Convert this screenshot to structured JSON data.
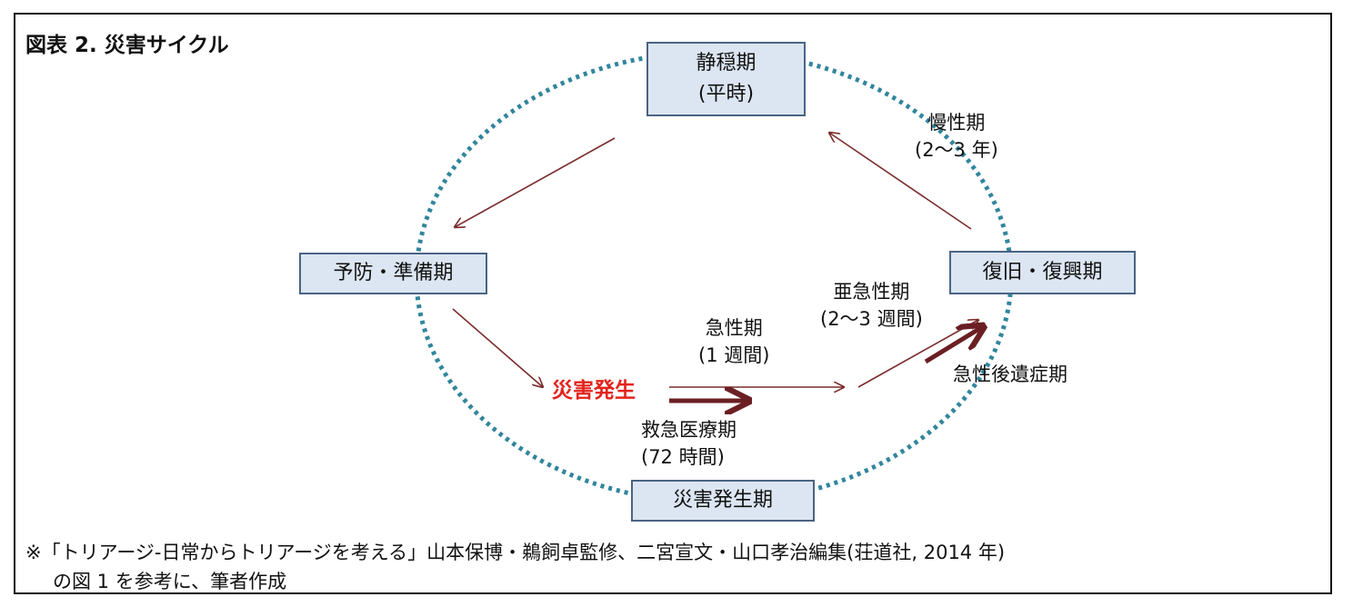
{
  "title": "図表 2.  災害サイクル",
  "boxes": {
    "calm_line1": "静穏期",
    "calm_line2": "(平時)",
    "prevention": "予防・準備期",
    "recovery": "復旧・復興期",
    "disaster_period": "災害発生期"
  },
  "labels": {
    "chronic_line1": "慢性期",
    "chronic_line2": "(2～3 年)",
    "subacute_line1": "亜急性期",
    "subacute_line2": "(2～3 週間)",
    "acute_line1": "急性期",
    "acute_line2": "(1 週間)",
    "disaster_occurrence": "災害発生",
    "emergency_line1": "救急医療期",
    "emergency_line2": "(72 時間)",
    "post_acute": "急性後遺症期"
  },
  "note": {
    "line1": "※「トリアージ-日常からトリアージを考える」山本保博・鵜飼卓監修、二宮宣文・山口孝治編集(荘道社, 2014 年)",
    "line2": "の図 1 を参考に、筆者作成"
  },
  "colors": {
    "box_fill": "#dce6f2",
    "box_border": "#4a6485",
    "cycle_dots": "#31859c",
    "arrow": "#7b2c2c",
    "highlight": "#e3231c"
  }
}
